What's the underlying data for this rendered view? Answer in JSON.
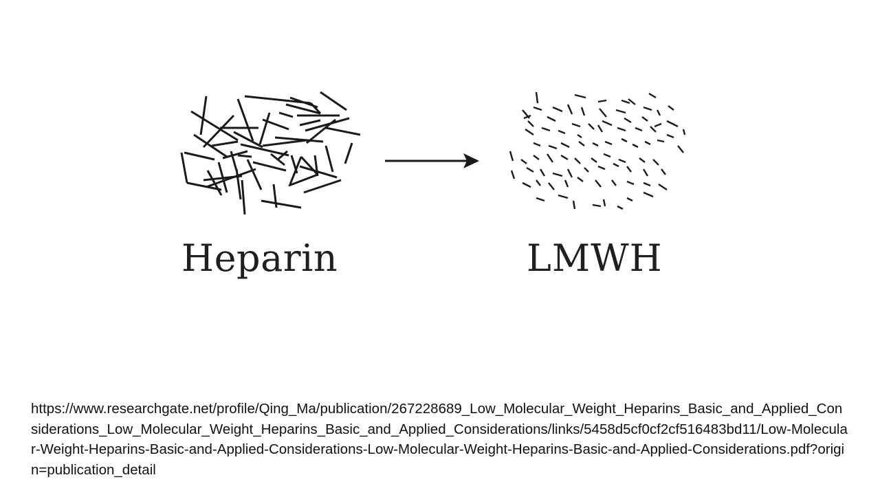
{
  "labels": {
    "left": "Heparin",
    "right": "LMWH"
  },
  "source_text": "https://www.researchgate.net/profile/Qing_Ma/publication/267228689_Low_Molecular_Weight_Heparins_Basic_and_Applied_Considerations_Low_Molecular_Weight_Heparins_Basic_and_Applied_Considerations/links/5458d5cf0cf2cf516483bd11/Low-Molecular-Weight-Heparins-Basic-and-Applied-Considerations-Low-Molecular-Weight-Heparins-Basic-and-Applied-Considerations.pdf?origin=publication_detail",
  "colors": {
    "stroke": "#1a1a1a",
    "text": "#111111"
  }
}
